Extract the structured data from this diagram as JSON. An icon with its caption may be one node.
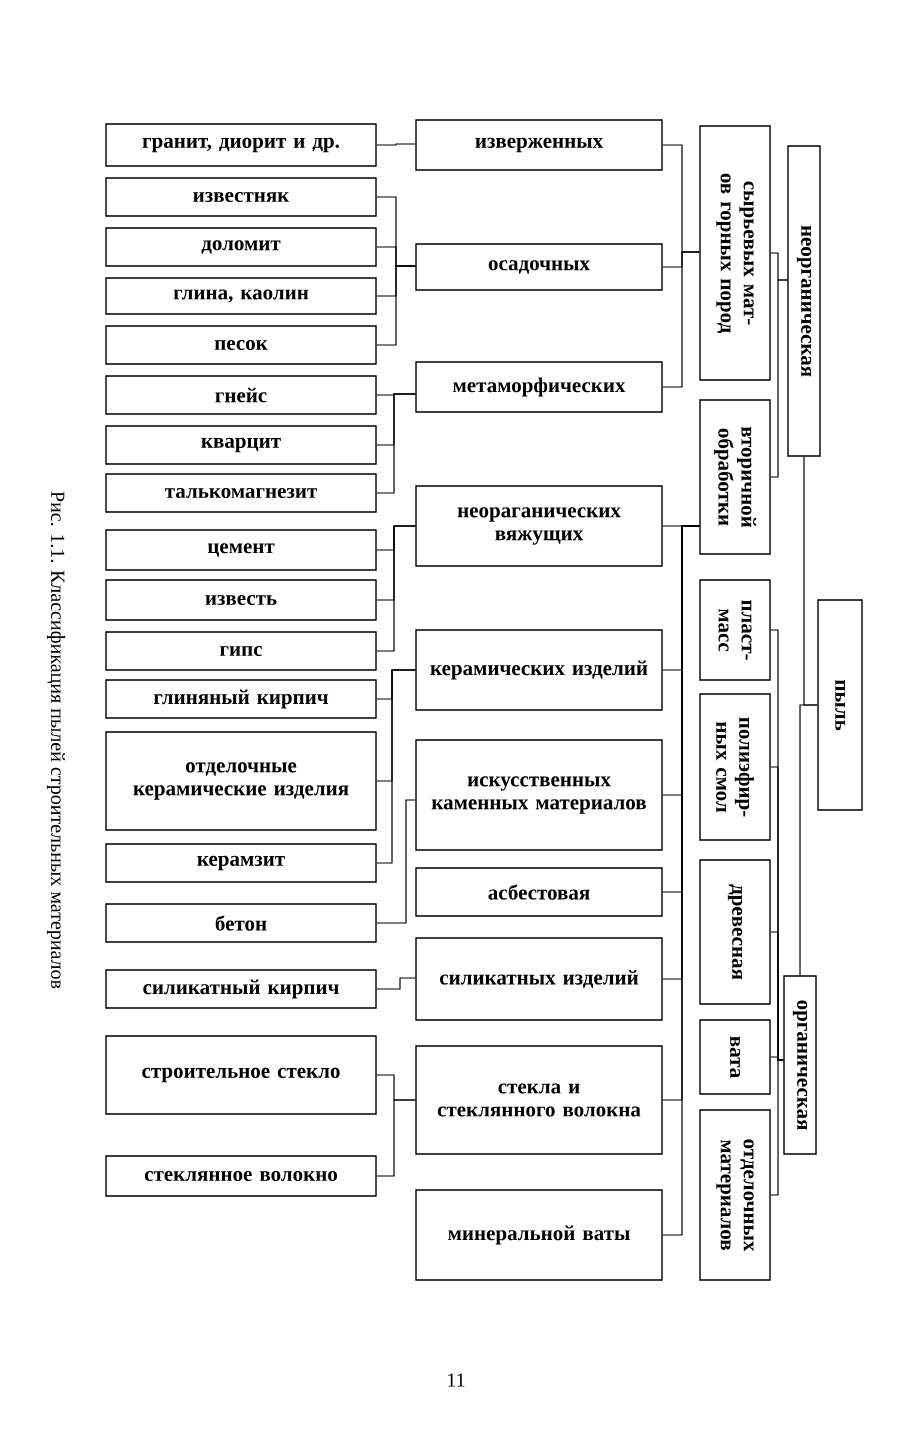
{
  "diagram": {
    "caption": "Рис. 1.1. Классификация пылей строительных материалов",
    "nodes": [
      {
        "text": [
          "гранит, диорит и др."
        ]
      },
      {
        "text": [
          "известняк"
        ]
      },
      {
        "text": [
          "доломит"
        ]
      },
      {
        "text": [
          "глина, каолин"
        ]
      },
      {
        "text": [
          "песок"
        ]
      },
      {
        "text": [
          "гнейс"
        ]
      },
      {
        "text": [
          "кварцит"
        ]
      },
      {
        "text": [
          "талькомагнезит"
        ]
      },
      {
        "text": [
          "цемент"
        ]
      },
      {
        "text": [
          "известь"
        ]
      },
      {
        "text": [
          "гипс"
        ]
      },
      {
        "text": [
          "глиняный кирпич"
        ]
      },
      {
        "text": [
          "отделочные керамические изделия"
        ]
      },
      {
        "text": [
          "керамзит"
        ]
      },
      {
        "text": [
          "бетон"
        ]
      },
      {
        "text": [
          "силикатный кирпич"
        ]
      },
      {
        "text": [
          "строительное стекло"
        ]
      },
      {
        "text": [
          "стеклянное волокно"
        ]
      },
      {
        "text": [
          "изверженных"
        ]
      },
      {
        "text": [
          "осадочных"
        ]
      },
      {
        "text": [
          "метаморфических"
        ]
      },
      {
        "text": [
          "неораганических вяжущих"
        ]
      },
      {
        "text": [
          "керамических изделий"
        ]
      },
      {
        "text": [
          "искусственных каменных материалов"
        ]
      },
      {
        "text": [
          "асбестовая"
        ]
      },
      {
        "text": [
          "силикатных изделий"
        ]
      },
      {
        "text": [
          "стекла и стеклянного волокна"
        ]
      },
      {
        "text": [
          "минеральной ваты"
        ]
      },
      {
        "text": [
          "сырьевых мат-ов горных пород"
        ]
      },
      {
        "text": [
          "вторичной обработки"
        ]
      },
      {
        "text": [
          "пласт- масс"
        ]
      },
      {
        "text": [
          "полиэфир- ных смол"
        ]
      },
      {
        "text": [
          "древесная"
        ]
      },
      {
        "text": [
          "вата"
        ]
      },
      {
        "text": [
          "отделочных материалов"
        ]
      },
      {
        "text": [
          "неорганическая"
        ]
      },
      {
        "text": [
          "органическая"
        ]
      },
      {
        "text": [
          "пыль"
        ]
      }
    ],
    "edges": [
      {
        "from": 0,
        "to": 18,
        "arrow": "none"
      },
      {
        "from": 1,
        "to": 19,
        "arrow": "none"
      },
      {
        "from": 2,
        "to": 19,
        "arrow": "none"
      },
      {
        "from": 3,
        "to": 19,
        "arrow": "none"
      },
      {
        "from": 4,
        "to": 19,
        "arrow": "none"
      },
      {
        "from": 5,
        "to": 20,
        "arrow": "none"
      },
      {
        "from": 6,
        "to": 20,
        "arrow": "none"
      },
      {
        "from": 7,
        "to": 20,
        "arrow": "none"
      },
      {
        "from": 8,
        "to": 21,
        "arrow": "none"
      },
      {
        "from": 9,
        "to": 21,
        "arrow": "none"
      },
      {
        "from": 10,
        "to": 21,
        "arrow": "none"
      },
      {
        "from": 11,
        "to": 22,
        "arrow": "none"
      },
      {
        "from": 12,
        "to": 22,
        "arrow": "none"
      },
      {
        "from": 13,
        "to": 22,
        "arrow": "none"
      },
      {
        "from": 14,
        "to": 23,
        "arrow": "none"
      },
      {
        "from": 15,
        "to": 25,
        "arrow": "none"
      },
      {
        "from": 16,
        "to": 26,
        "arrow": "none"
      },
      {
        "from": 17,
        "to": 26,
        "arrow": "none"
      },
      {
        "from": 18,
        "to": 28,
        "arrow": "none"
      },
      {
        "from": 19,
        "to": 28,
        "arrow": "none"
      },
      {
        "from": 20,
        "to": 28,
        "arrow": "none"
      },
      {
        "from": 21,
        "to": 29,
        "arrow": "none"
      },
      {
        "from": 22,
        "to": 29,
        "arrow": "none"
      },
      {
        "from": 23,
        "to": 29,
        "arrow": "none"
      },
      {
        "from": 24,
        "to": 29,
        "arrow": "none"
      },
      {
        "from": 25,
        "to": 29,
        "arrow": "none"
      },
      {
        "from": 26,
        "to": 29,
        "arrow": "none"
      },
      {
        "from": 27,
        "to": 29,
        "arrow": "none"
      },
      {
        "from": 28,
        "to": 35,
        "arrow": "none"
      },
      {
        "from": 29,
        "to": 35,
        "arrow": "none"
      },
      {
        "from": 30,
        "to": 36,
        "arrow": "none"
      },
      {
        "from": 31,
        "to": 36,
        "arrow": "none"
      },
      {
        "from": 32,
        "to": 36,
        "arrow": "none"
      },
      {
        "from": 33,
        "to": 36,
        "arrow": "none"
      },
      {
        "from": 34,
        "to": 36,
        "arrow": "none"
      },
      {
        "from": 35,
        "to": 37,
        "arrow": "none"
      },
      {
        "from": 36,
        "to": 37,
        "arrow": "none"
      }
    ],
    "labels": [
      "11"
    ]
  }
}
